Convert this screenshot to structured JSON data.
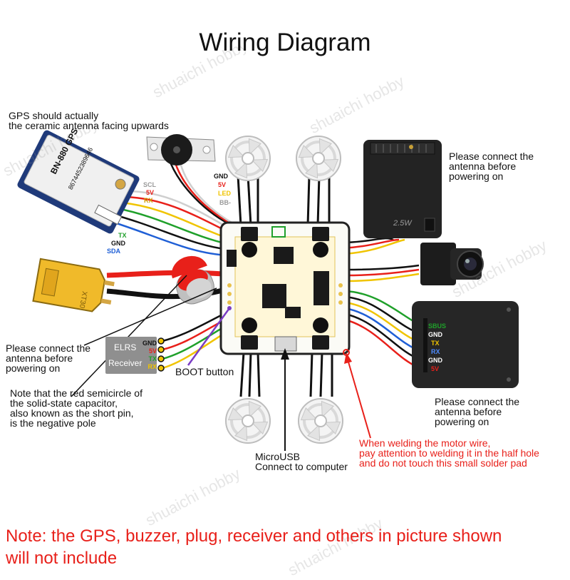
{
  "title": "Wiring Diagram",
  "watermark": "shuaichi hobby",
  "gps": {
    "caption": "GPS should actually\nthe ceramic antenna facing upwards",
    "model": "BN-880 GPS",
    "serial": "8674452389646",
    "pins": {
      "scl": "SCL",
      "v5": "5V",
      "rx": "RX",
      "tx": "TX",
      "gnd": "GND",
      "sda": "SDA"
    }
  },
  "buzzer": {
    "pins": {
      "gnd": "GND",
      "v5": "5V",
      "led": "LED",
      "bb": "BB-"
    }
  },
  "vtx": {
    "note": "Please connect the\nantenna before\npowering on",
    "label": "2.5W"
  },
  "receiver_module": {
    "note": "Please connect the\nantenna before\npowering on",
    "pins": {
      "sbus": "SBUS",
      "gnd1": "GND",
      "tx": "TX",
      "rx": "RX",
      "gnd2": "GND",
      "v5": "5V"
    }
  },
  "elrs": {
    "label1": "ELRS",
    "label2": "Receiver",
    "note": "Please connect the\nantenna before\npowering on",
    "pins": {
      "gnd": "GND",
      "v5": "5V",
      "tx": "TX",
      "rx": "RX"
    }
  },
  "boot_label": "BOOT button",
  "xt_label": "XT30",
  "capacitor_note": "Note that the red semicircle of\nthe solid-state capacitor,\nalso known as the short pin,\nis the negative pole",
  "usb_label": "MicroUSB\nConnect to computer",
  "motor_note": "When welding the motor wire,\npay attention to welding it in the half hole\nand do not touch this small solder pad",
  "bottom_note": "Note: the GPS, buzzer, plug, receiver and others in picture shown\nwill not include",
  "colors": {
    "red": "#e8201a",
    "yellow": "#f0c400",
    "green": "#1fa02a",
    "blue": "#1f5fd6",
    "black": "#111111",
    "white_wire": "#cfcfcf",
    "accent_purple": "#7a3cc4"
  }
}
